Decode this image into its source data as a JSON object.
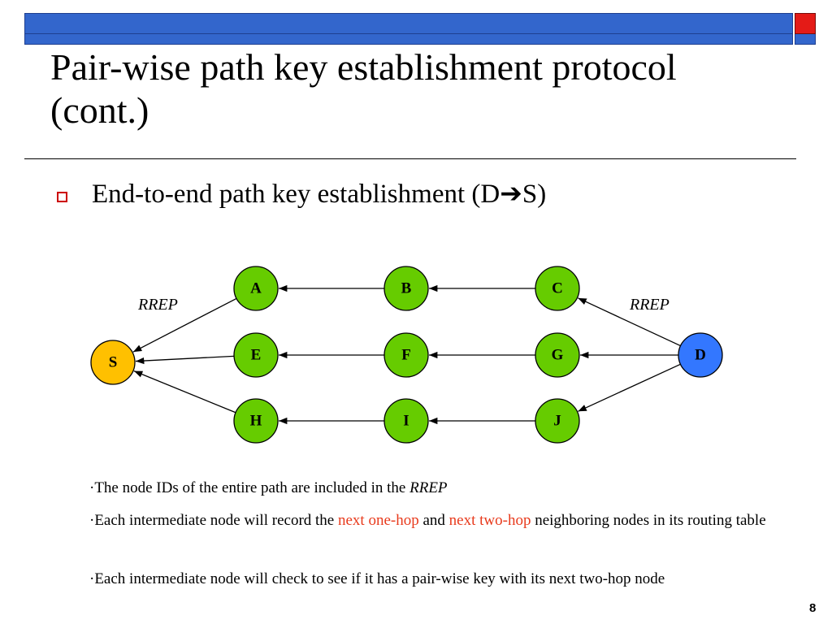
{
  "title": "Pair-wise path key establishment protocol (cont.)",
  "bullet": {
    "text_before": "End-to-end path key establishment (D",
    "arrow": "➔",
    "text_after": "S)"
  },
  "diagram": {
    "colors": {
      "source": "#ffc000",
      "relay": "#66cc00",
      "destination": "#3377ff",
      "node_outline": "#000000",
      "edge": "#000000"
    },
    "nodes": [
      {
        "id": "S",
        "label": "S",
        "role": "source"
      },
      {
        "id": "A",
        "label": "A",
        "role": "relay"
      },
      {
        "id": "B",
        "label": "B",
        "role": "relay"
      },
      {
        "id": "C",
        "label": "C",
        "role": "relay"
      },
      {
        "id": "E",
        "label": "E",
        "role": "relay"
      },
      {
        "id": "F",
        "label": "F",
        "role": "relay"
      },
      {
        "id": "G",
        "label": "G",
        "role": "relay"
      },
      {
        "id": "H",
        "label": "H",
        "role": "relay"
      },
      {
        "id": "I",
        "label": "I",
        "role": "relay"
      },
      {
        "id": "J",
        "label": "J",
        "role": "relay"
      },
      {
        "id": "D",
        "label": "D",
        "role": "destination"
      }
    ],
    "edges": [
      {
        "from": "D",
        "to": "C"
      },
      {
        "from": "C",
        "to": "B"
      },
      {
        "from": "B",
        "to": "A"
      },
      {
        "from": "A",
        "to": "S"
      },
      {
        "from": "D",
        "to": "G"
      },
      {
        "from": "G",
        "to": "F"
      },
      {
        "from": "F",
        "to": "E"
      },
      {
        "from": "E",
        "to": "S"
      },
      {
        "from": "D",
        "to": "J"
      },
      {
        "from": "J",
        "to": "I"
      },
      {
        "from": "I",
        "to": "H"
      },
      {
        "from": "H",
        "to": "S"
      }
    ],
    "edge_labels": {
      "left": "RREP",
      "right": "RREP"
    }
  },
  "notes": {
    "n1": {
      "bullet": "·",
      "text": "The node IDs of the entire path are included in the ",
      "italic": "RREP"
    },
    "n2": {
      "bullet": "·",
      "part1": "Each intermediate node will record the ",
      "highlight1": "next one-hop",
      "part2": " and ",
      "highlight2": "next two-hop",
      "part3": " neighboring nodes in its routing table"
    },
    "n3": {
      "bullet": "·",
      "text": "Each intermediate node will check to see if it has a pair-wise key with its next two-hop node"
    }
  },
  "page_number": "8"
}
